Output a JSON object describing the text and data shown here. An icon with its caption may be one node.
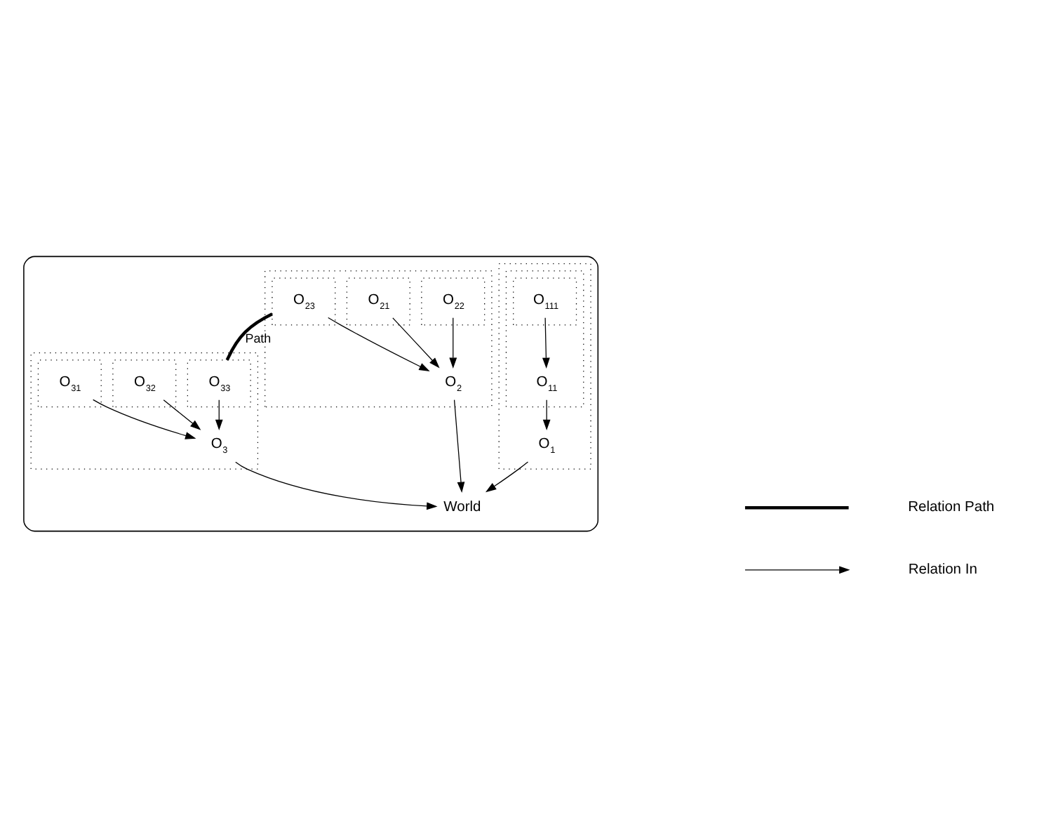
{
  "diagram": {
    "nodes": [
      {
        "text": [],
        "shape": "box"
      },
      {
        "text": [],
        "shape": "box",
        "in": 0
      },
      {
        "text": [],
        "shape": "box",
        "in": 1
      },
      {
        "text": [],
        "shape": "box",
        "in": 2
      },
      {
        "text": [
          "O$_{111}$"
        ],
        "in": 3
      },
      {
        "text": [
          "O$_{11}$"
        ],
        "in": 2
      },
      {
        "text": [
          "O$_{1}$"
        ],
        "in": 1
      },
      {
        "text": [
          "World"
        ],
        "in": 0
      },
      {
        "text": [],
        "shape": "box",
        "in": 0
      },
      {
        "text": [],
        "shape": "box",
        "in": 8
      },
      {
        "text": [
          "O$_{21}$"
        ],
        "in": 9
      },
      {
        "text": [],
        "shape": "box",
        "in": 8
      },
      {
        "text": [
          "O$_{22}$"
        ],
        "in": 11
      },
      {
        "text": [],
        "shape": "box",
        "in": 8
      },
      {
        "text": [
          "O$_{23}$"
        ],
        "in": 13
      },
      {
        "text": [
          "O$_{2}$"
        ],
        "in": 8
      },
      {
        "text": [],
        "shape": "box",
        "in": 0
      },
      {
        "text": [],
        "shape": "box",
        "in": 16
      },
      {
        "text": [
          "O$_{31}$"
        ],
        "in": 17
      },
      {
        "text": [],
        "shape": "box",
        "in": 16
      },
      {
        "text": [
          "O$_{32}$"
        ],
        "in": 19
      },
      {
        "text": [],
        "shape": "box",
        "in": 16
      },
      {
        "text": [
          "O$_{33}$"
        ],
        "in": 21
      },
      {
        "text": [
          "O$_{3}$"
        ],
        "in": 16
      }
    ],
    "edges": [
      {
        "from": 4,
        "to": 5,
        "arrow": "to"
      },
      {
        "from": 5,
        "to": 6,
        "arrow": "to"
      },
      {
        "from": 6,
        "to": 7,
        "arrow": "to"
      },
      {
        "from": 10,
        "to": 15,
        "arrow": "to"
      },
      {
        "from": 12,
        "to": 15,
        "arrow": "to"
      },
      {
        "from": 14,
        "to": 15,
        "arrow": "to"
      },
      {
        "from": 15,
        "to": 7,
        "arrow": "to"
      },
      {
        "from": 13,
        "to": 21,
        "arrow": "none",
        "style": "thick",
        "label": "Path"
      },
      {
        "from": 18,
        "to": 23,
        "arrow": "to"
      },
      {
        "from": 20,
        "to": 23,
        "arrow": "to"
      },
      {
        "from": 22,
        "to": 23,
        "arrow": "to"
      },
      {
        "from": 23,
        "to": 7,
        "arrow": "to"
      }
    ],
    "legend": [
      {
        "text": "Relation Path"
      },
      {
        "text": "Relation In"
      }
    ]
  }
}
